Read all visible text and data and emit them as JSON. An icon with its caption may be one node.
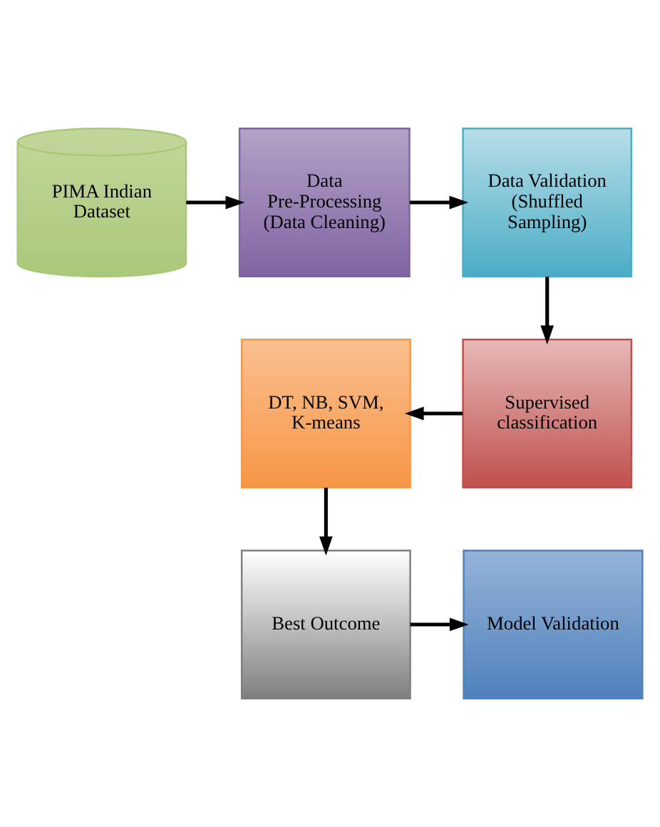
{
  "diagram": {
    "nodes": [
      {
        "text": [
          "PIMA Indian Dataset"
        ]
      },
      {
        "text": [
          "Data Pre-Processing (Data Cleaning)"
        ]
      },
      {
        "text": [
          "Data Validation (Shuffled Sampling)"
        ]
      },
      {
        "text": [
          "Supervised classification"
        ]
      },
      {
        "text": [
          "DT, NB, SVM, K-means"
        ]
      },
      {
        "text": [
          "Best Outcome"
        ]
      },
      {
        "text": [
          "Model Validation"
        ]
      }
    ],
    "edges": [
      {
        "from": 0,
        "to": 1,
        "arrow": "to"
      },
      {
        "from": 1,
        "to": 2,
        "arrow": "to"
      },
      {
        "from": 2,
        "to": 3,
        "arrow": "to"
      },
      {
        "from": 3,
        "to": 4,
        "arrow": "to"
      },
      {
        "from": 4,
        "to": 5,
        "arrow": "to"
      },
      {
        "from": 5,
        "to": 6,
        "arrow": "to"
      }
    ]
  }
}
